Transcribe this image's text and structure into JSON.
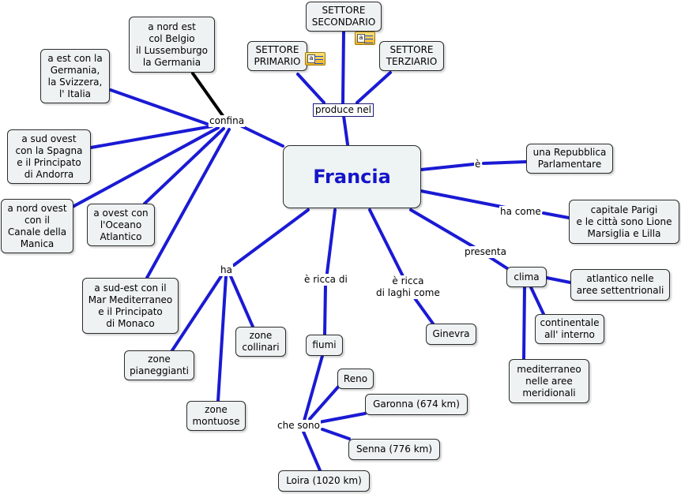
{
  "map": {
    "center": "Francia",
    "nodes": {
      "nord_est": "a nord est\ncol Belgio\nil Lussemburgo\nla Germania",
      "est": "a est con la\nGermania,\nla Svizzera,\nl' Italia",
      "sud_ovest": "a sud ovest\ncon la Spagna\ne il Principato\ndi Andorra",
      "nord_ovest": "a nord ovest\ncon il\nCanale della\nManica",
      "ovest": "a ovest con\nl'Oceano\nAtlantico",
      "sud_est": "a sud-est con il\nMar Mediterraneo\ne il Principato\ndi Monaco",
      "primario": "SETTORE\nPRIMARIO",
      "secondario": "SETTORE\nSECONDARIO",
      "terziario": "SETTORE\nTERZIARIO",
      "repubblica": "una Repubblica\nParlamentare",
      "capitale": "capitale Parigi\ne le città sono Lione\nMarsiglia e Lilla",
      "clima": "clima",
      "atlantico": "atlantico nelle\naree settentrionali",
      "continentale": "continentale\nall' interno",
      "mediterraneo": "mediterraneo\nnelle aree\nmeridionali",
      "ginevra": "Ginevra",
      "fiumi": "fiumi",
      "reno": "Reno",
      "garonna": "Garonna (674 km)",
      "senna": "Senna (776 km)",
      "loira": "Loira (1020 km)",
      "pianeggianti": "zone\npianeggianti",
      "collinari": "zone\ncollinari",
      "montuose": "zone\nmontuose"
    },
    "labels": {
      "confina": "confina",
      "produce": "produce nel",
      "e": "è",
      "ha_come": "ha come",
      "presenta": "presenta",
      "ricca_laghi": "è ricca\ndi laghi come",
      "ricca_di": "è ricca di",
      "ha": "ha",
      "che_sono": "che sono"
    },
    "note_glyph": "a",
    "colors": {
      "link": "#1a1ad4",
      "link_highlight": "#000000",
      "center_text": "#1515c8",
      "node_fill": "#eef2f2",
      "note_fill": "#f7c84a"
    }
  }
}
